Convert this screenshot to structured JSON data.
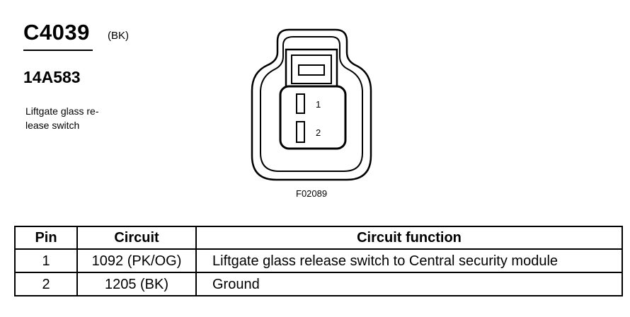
{
  "connector": {
    "id": "C4039",
    "color_code": "(BK)",
    "part_number": "14A583",
    "description": "Liftgate glass re-\nlease switch"
  },
  "figure": {
    "code": "F02089",
    "pins": [
      {
        "label": "1"
      },
      {
        "label": "2"
      }
    ]
  },
  "table": {
    "headers": [
      "Pin",
      "Circuit",
      "Circuit function"
    ],
    "rows": [
      {
        "pin": "1",
        "circuit": "1092 (PK/OG)",
        "function": "Liftgate glass release switch to Central security module"
      },
      {
        "pin": "2",
        "circuit": "1205 (BK)",
        "function": "Ground"
      }
    ]
  }
}
